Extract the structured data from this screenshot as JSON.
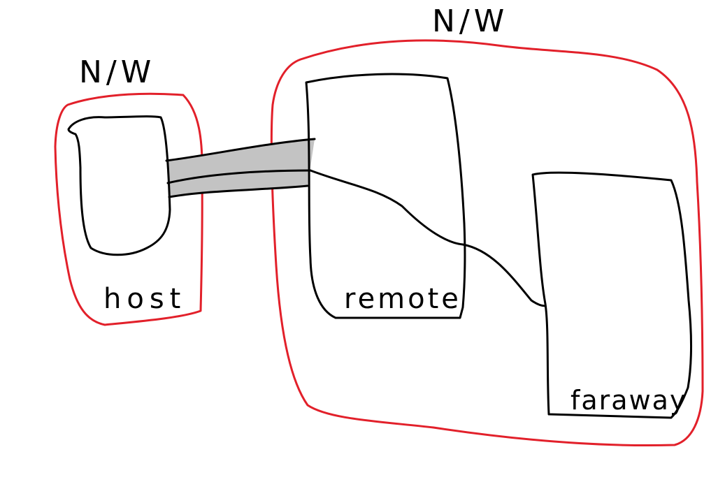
{
  "labels": {
    "left_network": "N/W",
    "right_network": "N/W",
    "host": "host",
    "remote": "remote",
    "faraway": "faraway"
  },
  "colors": {
    "network_boundary": "#e2202a",
    "machine_outline": "#000000",
    "tunnel_fill": "#c3c3c3",
    "background": "#ffffff"
  }
}
